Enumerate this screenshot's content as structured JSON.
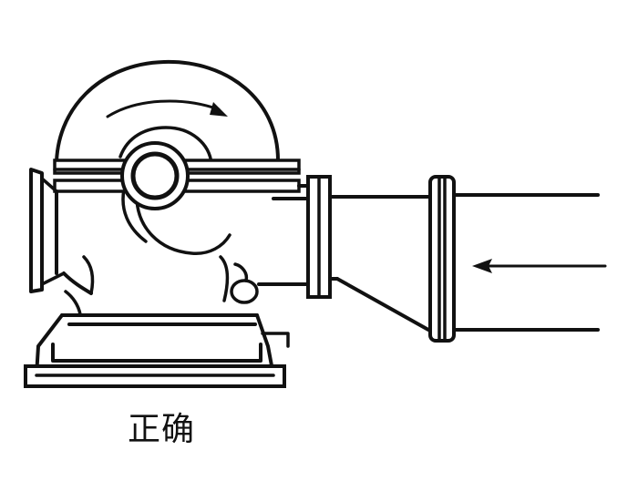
{
  "caption": "正确",
  "colors": {
    "ink": "#111111",
    "background": "#ffffff"
  },
  "icons": {
    "rotation": "curved-arrow-clockwise",
    "flow": "arrow-left"
  }
}
